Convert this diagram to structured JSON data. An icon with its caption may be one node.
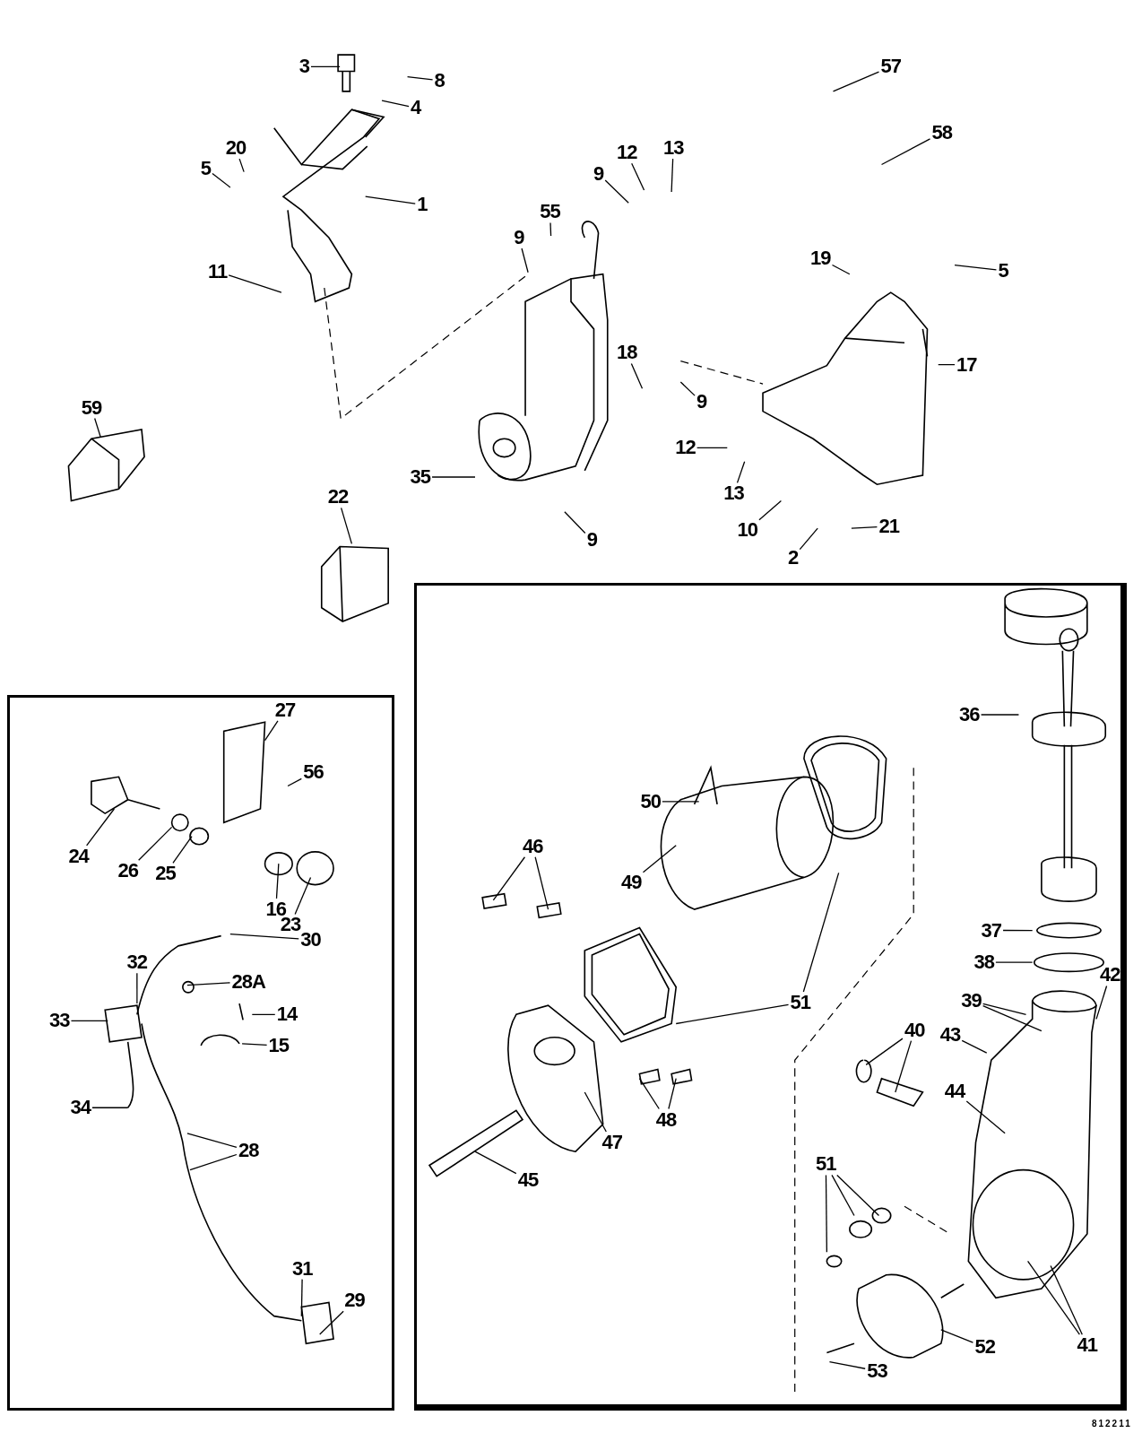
{
  "diagram": {
    "nodes": [
      {
        "text": [
          "3"
        ]
      },
      {
        "text": [
          "8"
        ]
      },
      {
        "text": [
          "4"
        ]
      },
      {
        "text": [
          "20"
        ]
      },
      {
        "text": [
          "5"
        ]
      },
      {
        "text": [
          "1"
        ]
      },
      {
        "text": [
          "11"
        ]
      },
      {
        "text": [
          "57"
        ]
      },
      {
        "text": [
          "58"
        ]
      },
      {
        "text": [
          "13"
        ]
      },
      {
        "text": [
          "12"
        ]
      },
      {
        "text": [
          "9"
        ]
      },
      {
        "text": [
          "55"
        ]
      },
      {
        "text": [
          "9"
        ]
      },
      {
        "text": [
          "19"
        ]
      },
      {
        "text": [
          "5"
        ]
      },
      {
        "text": [
          "17"
        ]
      },
      {
        "text": [
          "18"
        ]
      },
      {
        "text": [
          "9"
        ]
      },
      {
        "text": [
          "59"
        ]
      },
      {
        "text": [
          "12"
        ]
      },
      {
        "text": [
          "13"
        ]
      },
      {
        "text": [
          "35"
        ]
      },
      {
        "text": [
          "22"
        ]
      },
      {
        "text": [
          "10"
        ]
      },
      {
        "text": [
          "9"
        ]
      },
      {
        "text": [
          "21"
        ]
      },
      {
        "text": [
          "2"
        ]
      },
      {
        "text": [],
        "shape": "box"
      },
      {
        "text": [
          "36"
        ],
        "in": 28
      },
      {
        "text": [
          "50"
        ],
        "in": 28
      },
      {
        "text": [
          "46"
        ],
        "in": 28
      },
      {
        "text": [
          "49"
        ],
        "in": 28
      },
      {
        "text": [
          "37"
        ],
        "in": 28
      },
      {
        "text": [
          "38"
        ],
        "in": 28
      },
      {
        "text": [
          "39"
        ],
        "in": 28
      },
      {
        "text": [
          "42"
        ],
        "in": 28
      },
      {
        "text": [
          "40"
        ],
        "in": 28
      },
      {
        "text": [
          "43"
        ],
        "in": 28
      },
      {
        "text": [
          "51"
        ],
        "in": 28
      },
      {
        "text": [
          "44"
        ],
        "in": 28
      },
      {
        "text": [
          "47"
        ],
        "in": 28
      },
      {
        "text": [
          "48"
        ],
        "in": 28
      },
      {
        "text": [
          "45"
        ],
        "in": 28
      },
      {
        "text": [
          "51"
        ],
        "in": 28
      },
      {
        "text": [
          "52"
        ],
        "in": 28
      },
      {
        "text": [
          "41"
        ],
        "in": 28
      },
      {
        "text": [
          "53"
        ],
        "in": 28
      },
      {
        "text": [],
        "shape": "box"
      },
      {
        "text": [
          "27"
        ],
        "in": 48
      },
      {
        "text": [
          "56"
        ],
        "in": 48
      },
      {
        "text": [
          "24"
        ],
        "in": 48
      },
      {
        "text": [
          "26"
        ],
        "in": 48
      },
      {
        "text": [
          "25"
        ],
        "in": 48
      },
      {
        "text": [
          "16"
        ],
        "in": 48
      },
      {
        "text": [
          "23"
        ],
        "in": 48
      },
      {
        "text": [
          "30"
        ],
        "in": 48
      },
      {
        "text": [
          "32"
        ],
        "in": 48
      },
      {
        "text": [
          "28A"
        ],
        "in": 48
      },
      {
        "text": [
          "14"
        ],
        "in": 48
      },
      {
        "text": [
          "33"
        ],
        "in": 48
      },
      {
        "text": [
          "15"
        ],
        "in": 48
      },
      {
        "text": [
          "34"
        ],
        "in": 48
      },
      {
        "text": [
          "28"
        ],
        "in": 48
      },
      {
        "text": [
          "31"
        ],
        "in": 48
      },
      {
        "text": [
          "29"
        ],
        "in": 48
      }
    ],
    "edges": [
      {
        "from": 0,
        "to": null,
        "arrow": "none"
      },
      {
        "from": 1,
        "to": null,
        "arrow": "none"
      },
      {
        "from": 2,
        "to": null,
        "arrow": "none"
      },
      {
        "from": 3,
        "to": null,
        "arrow": "none"
      },
      {
        "from": 4,
        "to": null,
        "arrow": "none"
      },
      {
        "from": 5,
        "to": null,
        "arrow": "none"
      },
      {
        "from": 6,
        "to": null,
        "arrow": "none"
      },
      {
        "from": 7,
        "to": null,
        "arrow": "none"
      },
      {
        "from": 8,
        "to": null,
        "arrow": "none"
      },
      {
        "from": 9,
        "to": null,
        "arrow": "none"
      },
      {
        "from": 10,
        "to": null,
        "arrow": "none"
      },
      {
        "from": 11,
        "to": null,
        "arrow": "none"
      },
      {
        "from": 12,
        "to": null,
        "arrow": "none"
      },
      {
        "from": 13,
        "to": null,
        "arrow": "none"
      },
      {
        "from": 14,
        "to": null,
        "arrow": "none"
      },
      {
        "from": 15,
        "to": null,
        "arrow": "none"
      },
      {
        "from": 16,
        "to": null,
        "arrow": "none"
      },
      {
        "from": 17,
        "to": null,
        "arrow": "none"
      },
      {
        "from": 18,
        "to": null,
        "arrow": "none"
      },
      {
        "from": 19,
        "to": null,
        "arrow": "none"
      },
      {
        "from": 20,
        "to": null,
        "arrow": "none"
      },
      {
        "from": 21,
        "to": null,
        "arrow": "none"
      },
      {
        "from": 22,
        "to": null,
        "arrow": "none"
      },
      {
        "from": 23,
        "to": null,
        "arrow": "none"
      },
      {
        "from": 24,
        "to": null,
        "arrow": "none"
      },
      {
        "from": 25,
        "to": null,
        "arrow": "none"
      },
      {
        "from": 26,
        "to": null,
        "arrow": "none"
      },
      {
        "from": 27,
        "to": null,
        "arrow": "none"
      },
      {
        "from": 29,
        "to": null,
        "arrow": "none"
      },
      {
        "from": 30,
        "to": null,
        "arrow": "none"
      },
      {
        "from": 31,
        "to": null,
        "arrow": "none"
      },
      {
        "from": 31,
        "to": null,
        "arrow": "none"
      },
      {
        "from": 32,
        "to": null,
        "arrow": "none"
      },
      {
        "from": 33,
        "to": null,
        "arrow": "none"
      },
      {
        "from": 34,
        "to": null,
        "arrow": "none"
      },
      {
        "from": 35,
        "to": null,
        "arrow": "none"
      },
      {
        "from": 35,
        "to": null,
        "arrow": "none"
      },
      {
        "from": 36,
        "to": null,
        "arrow": "none"
      },
      {
        "from": 37,
        "to": null,
        "arrow": "none"
      },
      {
        "from": 37,
        "to": null,
        "arrow": "none"
      },
      {
        "from": 38,
        "to": null,
        "arrow": "none"
      },
      {
        "from": 39,
        "to": null,
        "arrow": "none"
      },
      {
        "from": 39,
        "to": null,
        "arrow": "none"
      },
      {
        "from": 40,
        "to": null,
        "arrow": "none"
      },
      {
        "from": 41,
        "to": null,
        "arrow": "none"
      },
      {
        "from": 42,
        "to": null,
        "arrow": "none"
      },
      {
        "from": 42,
        "to": null,
        "arrow": "none"
      },
      {
        "from": 43,
        "to": null,
        "arrow": "none"
      },
      {
        "from": 44,
        "to": null,
        "arrow": "none"
      },
      {
        "from": 44,
        "to": null,
        "arrow": "none"
      },
      {
        "from": 44,
        "to": null,
        "arrow": "none"
      },
      {
        "from": 45,
        "to": null,
        "arrow": "none"
      },
      {
        "from": 46,
        "to": null,
        "arrow": "none"
      },
      {
        "from": 46,
        "to": null,
        "arrow": "none"
      },
      {
        "from": 47,
        "to": null,
        "arrow": "none"
      },
      {
        "from": 49,
        "to": null,
        "arrow": "none"
      },
      {
        "from": 50,
        "to": null,
        "arrow": "none"
      },
      {
        "from": 51,
        "to": null,
        "arrow": "none"
      },
      {
        "from": 52,
        "to": null,
        "arrow": "none"
      },
      {
        "from": 53,
        "to": null,
        "arrow": "none"
      },
      {
        "from": 54,
        "to": null,
        "arrow": "none"
      },
      {
        "from": 55,
        "to": null,
        "arrow": "none"
      },
      {
        "from": 56,
        "to": null,
        "arrow": "none"
      },
      {
        "from": 57,
        "to": null,
        "arrow": "none"
      },
      {
        "from": 58,
        "to": null,
        "arrow": "none"
      },
      {
        "from": 59,
        "to": null,
        "arrow": "none"
      },
      {
        "from": 60,
        "to": null,
        "arrow": "none"
      },
      {
        "from": 61,
        "to": null,
        "arrow": "none"
      },
      {
        "from": 62,
        "to": null,
        "arrow": "none"
      },
      {
        "from": 63,
        "to": null,
        "arrow": "none"
      },
      {
        "from": 63,
        "to": null,
        "arrow": "none"
      },
      {
        "from": 64,
        "to": null,
        "arrow": "none"
      },
      {
        "from": 65,
        "to": null,
        "arrow": "none"
      }
    ],
    "labels": [
      "812211"
    ]
  }
}
